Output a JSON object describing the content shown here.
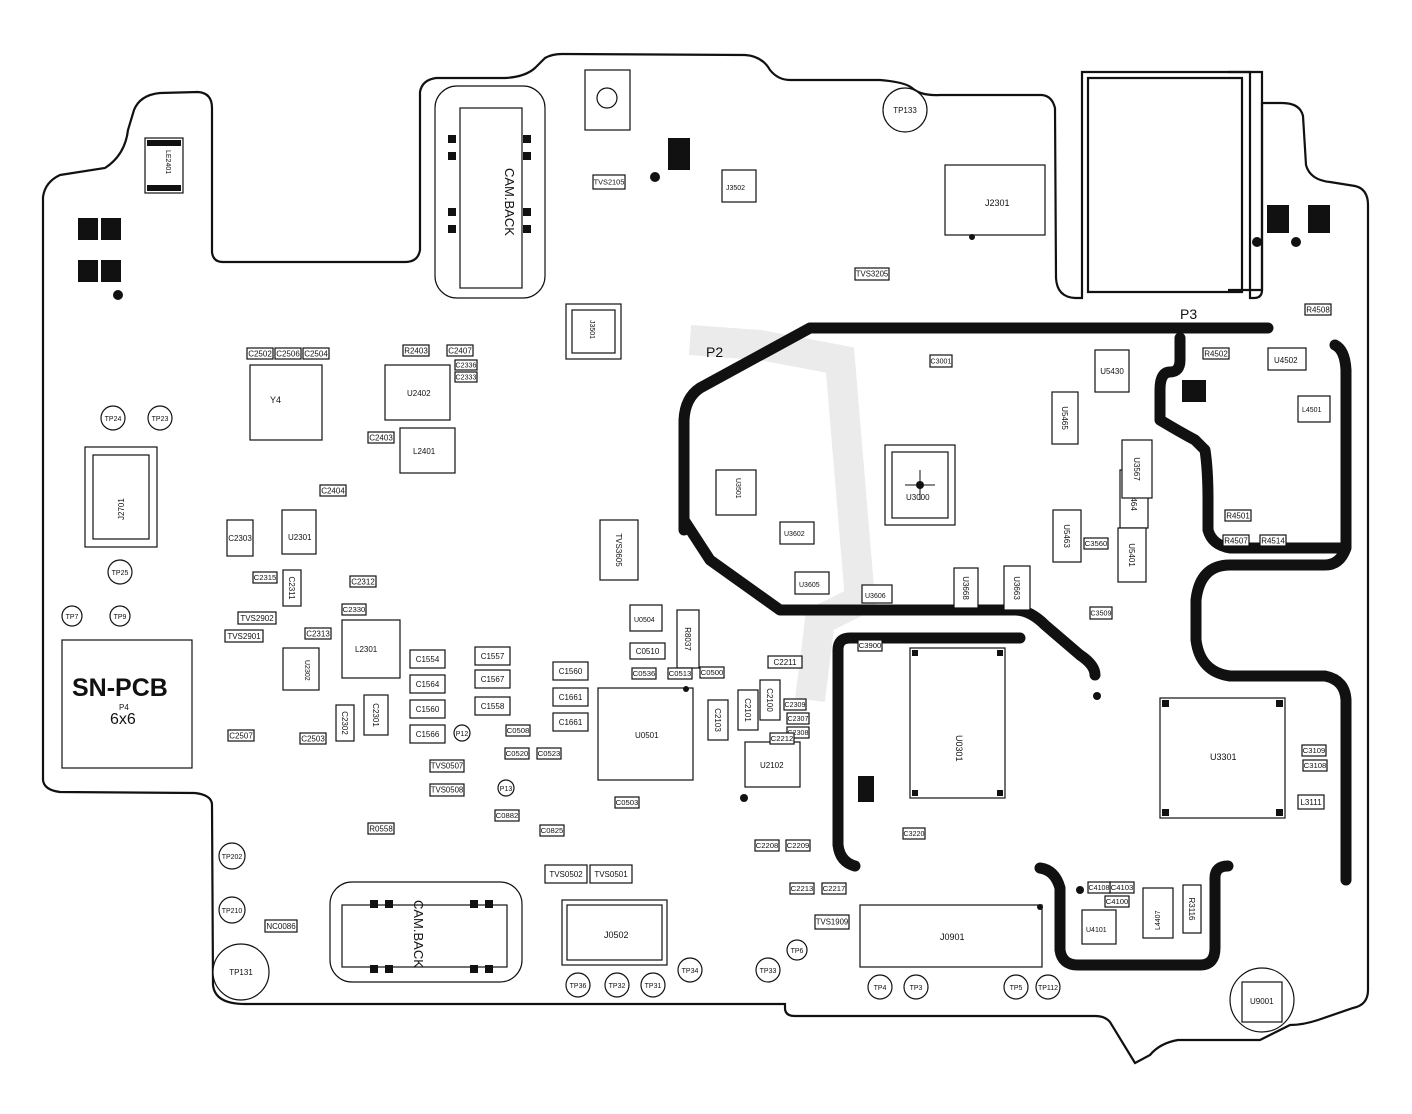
{
  "board": {
    "name_label": "SN-PCB",
    "sub_label": "P4",
    "size_label": "6x6",
    "marker_icon": "arrow-marker-icon"
  },
  "partitions": [
    {
      "id": "P2",
      "label": "P2"
    },
    {
      "id": "P3",
      "label": "P3"
    }
  ],
  "ics": [
    {
      "id": "U3000",
      "label": "U3000"
    },
    {
      "id": "U0301",
      "label": "U0301"
    },
    {
      "id": "U3301",
      "label": "U3301"
    },
    {
      "id": "U0501",
      "label": "U0501"
    },
    {
      "id": "U2402",
      "label": "U2402"
    },
    {
      "id": "U2301",
      "label": "U2301"
    },
    {
      "id": "U2302",
      "label": "U2302"
    },
    {
      "id": "U2102",
      "label": "U2102"
    },
    {
      "id": "U4502",
      "label": "U4502"
    },
    {
      "id": "U4101",
      "label": "U4101"
    },
    {
      "id": "U9001",
      "label": "U9001"
    },
    {
      "id": "U0504",
      "label": "U0504"
    },
    {
      "id": "U3501",
      "label": "U3501"
    },
    {
      "id": "U3602",
      "label": "U3602"
    },
    {
      "id": "U3605",
      "label": "U3605"
    },
    {
      "id": "U3606",
      "label": "U3606"
    },
    {
      "id": "J3502",
      "label": "J3502"
    },
    {
      "id": "J3501",
      "label": "J3501"
    },
    {
      "id": "Y4",
      "label": "Y4"
    }
  ],
  "connectors": [
    {
      "id": "J2301",
      "label": "J2301"
    },
    {
      "id": "J2701",
      "label": "J2701"
    },
    {
      "id": "J0901",
      "label": "J0901"
    },
    {
      "id": "J0502",
      "label": "J0502"
    },
    {
      "id": "J0402",
      "label": "CAM.BACK"
    },
    {
      "id": "J0602",
      "label": "CAM.BACK"
    }
  ],
  "inductors": [
    {
      "id": "L2401",
      "label": "L2401"
    },
    {
      "id": "L2301",
      "label": "L2301"
    },
    {
      "id": "L4407",
      "label": "L4407"
    },
    {
      "id": "L4501",
      "label": "L4501"
    },
    {
      "id": "LE2401",
      "label": "LE2401"
    }
  ],
  "test_points": [
    {
      "id": "TP133",
      "label": "TP133"
    },
    {
      "id": "TP24",
      "label": "TP24"
    },
    {
      "id": "TP23",
      "label": "TP23"
    },
    {
      "id": "TP25",
      "label": "TP25"
    },
    {
      "id": "TP7",
      "label": "TP7"
    },
    {
      "id": "TP9",
      "label": "TP9"
    },
    {
      "id": "TP202",
      "label": "TP202"
    },
    {
      "id": "TP210",
      "label": "TP210"
    },
    {
      "id": "TP131",
      "label": "TP131"
    },
    {
      "id": "TP36",
      "label": "TP36"
    },
    {
      "id": "TP32",
      "label": "TP32"
    },
    {
      "id": "TP31",
      "label": "TP31"
    },
    {
      "id": "TP34",
      "label": "TP34"
    },
    {
      "id": "TP33",
      "label": "TP33"
    },
    {
      "id": "TP6",
      "label": "TP6"
    },
    {
      "id": "TP4",
      "label": "TP4"
    },
    {
      "id": "TP3",
      "label": "TP3"
    },
    {
      "id": "TP5",
      "label": "TP5"
    },
    {
      "id": "TP112",
      "label": "TP112"
    },
    {
      "id": "P12",
      "label": "P12"
    },
    {
      "id": "P13",
      "label": "P13"
    }
  ],
  "passives": [
    {
      "id": "C1554",
      "label": "C1554"
    },
    {
      "id": "C1557",
      "label": "C1557"
    },
    {
      "id": "C1564",
      "label": "C1564"
    },
    {
      "id": "C1567",
      "label": "C1567"
    },
    {
      "id": "C1560a",
      "label": "C1560"
    },
    {
      "id": "C1558",
      "label": "C1558"
    },
    {
      "id": "C1566",
      "label": "C1566"
    },
    {
      "id": "C1560b",
      "label": "C1560"
    },
    {
      "id": "C1661",
      "label": "C1661"
    },
    {
      "id": "C1661b",
      "label": "C1661"
    },
    {
      "id": "C0510",
      "label": "C0510"
    },
    {
      "id": "TVS0501",
      "label": "TVS0501"
    },
    {
      "id": "TVS0502",
      "label": "TVS0502"
    },
    {
      "id": "TVS2105",
      "label": "TVS2105"
    },
    {
      "id": "TVS3605",
      "label": "TVS3605"
    },
    {
      "id": "TVS2901",
      "label": "TVS2901"
    },
    {
      "id": "TVS2902",
      "label": "TVS2902"
    },
    {
      "id": "TVS1909",
      "label": "TVS1909"
    },
    {
      "id": "TVS3205",
      "label": "TVS3205"
    },
    {
      "id": "TVS0507",
      "label": "TVS0507"
    },
    {
      "id": "TVS0508",
      "label": "TVS0508"
    },
    {
      "id": "R8037",
      "label": "R8037"
    },
    {
      "id": "R2403",
      "label": "R2403"
    },
    {
      "id": "R4501",
      "label": "R4501"
    },
    {
      "id": "R4502",
      "label": "R4502"
    },
    {
      "id": "R4508",
      "label": "R4508"
    },
    {
      "id": "R3116",
      "label": "R3116"
    },
    {
      "id": "R0558",
      "label": "R0558"
    },
    {
      "id": "C2502",
      "label": "C2502"
    },
    {
      "id": "C2504",
      "label": "C2504"
    },
    {
      "id": "C2506",
      "label": "C2506"
    },
    {
      "id": "C2407",
      "label": "C2407"
    },
    {
      "id": "C2333",
      "label": "C2333"
    },
    {
      "id": "C2336",
      "label": "C2336"
    },
    {
      "id": "C2403",
      "label": "C2403"
    },
    {
      "id": "C2404",
      "label": "C2404"
    },
    {
      "id": "C2303",
      "label": "C2303"
    },
    {
      "id": "C2311",
      "label": "C2311"
    },
    {
      "id": "C2312",
      "label": "C2312"
    },
    {
      "id": "C2313",
      "label": "C2313"
    },
    {
      "id": "C2302",
      "label": "C2302"
    },
    {
      "id": "C2301",
      "label": "C2301"
    },
    {
      "id": "C2330",
      "label": "C2330"
    },
    {
      "id": "C2503",
      "label": "C2503"
    },
    {
      "id": "C2507",
      "label": "C2507"
    },
    {
      "id": "C2315",
      "label": "C2315"
    },
    {
      "id": "C3001",
      "label": "C3001"
    },
    {
      "id": "C3509",
      "label": "C3509"
    },
    {
      "id": "C3220",
      "label": "C3220"
    },
    {
      "id": "C2208",
      "label": "C2208"
    },
    {
      "id": "C2209",
      "label": "C2209"
    },
    {
      "id": "C4100",
      "label": "C4100"
    },
    {
      "id": "C4103",
      "label": "C4103"
    },
    {
      "id": "C4108",
      "label": "C4108"
    },
    {
      "id": "C3108",
      "label": "C3108"
    },
    {
      "id": "C2101",
      "label": "C2101"
    },
    {
      "id": "C2100",
      "label": "C2100"
    },
    {
      "id": "C2103",
      "label": "C2103"
    },
    {
      "id": "C2307",
      "label": "C2307"
    },
    {
      "id": "C2308",
      "label": "C2308"
    },
    {
      "id": "C2309",
      "label": "C2309"
    },
    {
      "id": "C0508",
      "label": "C0508"
    },
    {
      "id": "C0500",
      "label": "C0500"
    },
    {
      "id": "C0513",
      "label": "C0513"
    },
    {
      "id": "C0536",
      "label": "C0536"
    },
    {
      "id": "C0520",
      "label": "C0520"
    },
    {
      "id": "C0523",
      "label": "C0523"
    },
    {
      "id": "C0882",
      "label": "C0882"
    },
    {
      "id": "C0825",
      "label": "C0825"
    },
    {
      "id": "C0503",
      "label": "C0503"
    },
    {
      "id": "C3900",
      "label": "C3900"
    },
    {
      "id": "C2211",
      "label": "C2211"
    },
    {
      "id": "C2212",
      "label": "C2212"
    },
    {
      "id": "C2213",
      "label": "C2213"
    },
    {
      "id": "C2217",
      "label": "C2217"
    },
    {
      "id": "NC0086",
      "label": "NC0086"
    },
    {
      "id": "L3111",
      "label": "L3111"
    },
    {
      "id": "C3109",
      "label": "C3109"
    },
    {
      "id": "R4507",
      "label": "R4507"
    },
    {
      "id": "R4514",
      "label": "R4514"
    },
    {
      "id": "C3560",
      "label": "C3560"
    },
    {
      "id": "U5465",
      "label": "U5465"
    },
    {
      "id": "U5463",
      "label": "U5463"
    },
    {
      "id": "U5464",
      "label": "U5464"
    },
    {
      "id": "U5401",
      "label": "U5401"
    },
    {
      "id": "U3567",
      "label": "U3567"
    },
    {
      "id": "U3668",
      "label": "U3668"
    },
    {
      "id": "U3663",
      "label": "U3663"
    },
    {
      "id": "U5430",
      "label": "U5430"
    }
  ]
}
